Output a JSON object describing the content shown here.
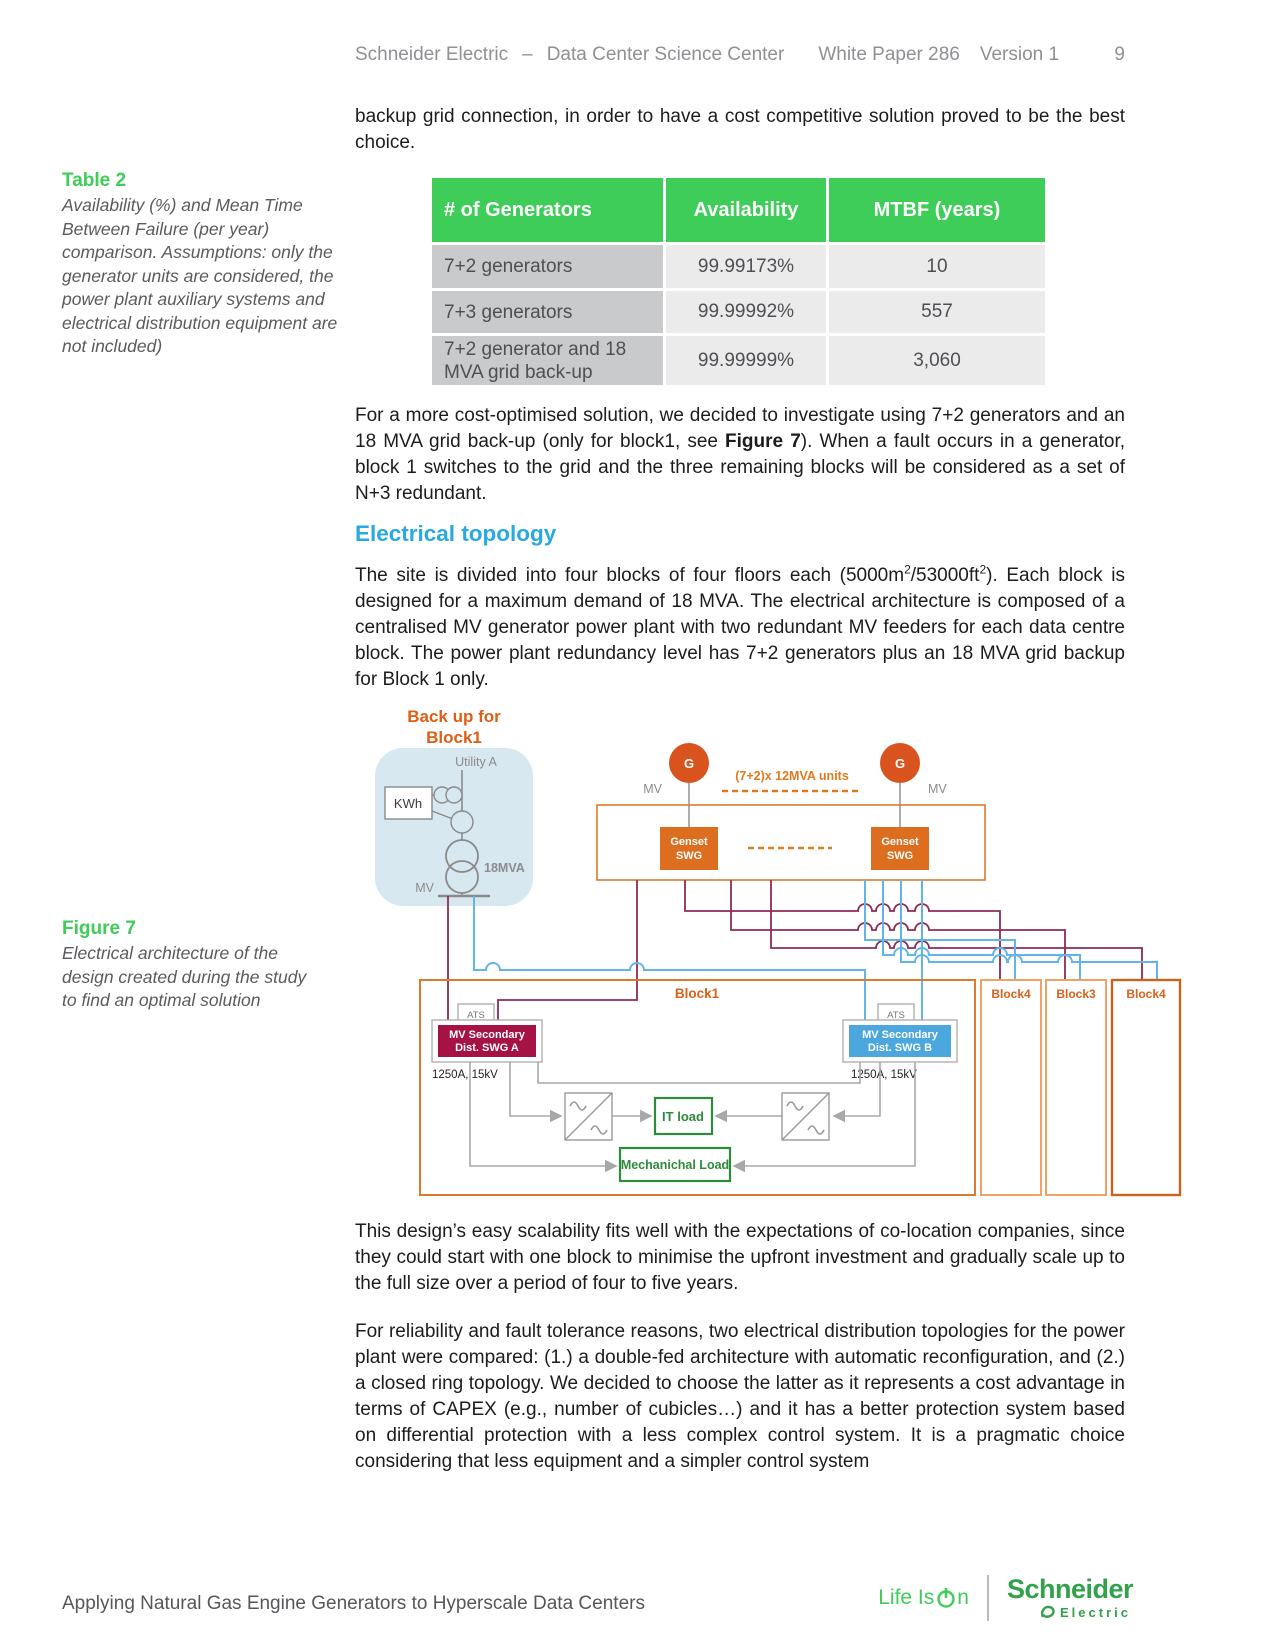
{
  "header": {
    "brand": "Schneider Electric",
    "dash": "–",
    "center": "Data Center Science Center",
    "paper": "White Paper 286",
    "version": "Version 1",
    "page_number": "9"
  },
  "intro_paragraph": "backup grid connection, in order to have a cost competitive solution proved to be the best choice.",
  "table2": {
    "caption_title": "Table 2",
    "caption": "Availability (%) and Mean Time Between Failure (per year) comparison. Assumptions: only the generator units are considered, the power plant auxiliary systems and electrical distribution equipment are not included)",
    "headers": [
      "# of Generators",
      "Availability",
      "MTBF (years)"
    ],
    "rows": [
      {
        "generators": "7+2 generators",
        "availability": "99.99173%",
        "mtbf": "10"
      },
      {
        "generators": "7+3 generators",
        "availability": "99.99992%",
        "mtbf": "557"
      },
      {
        "generators": "7+2 generator and 18 MVA grid back-up",
        "availability": "99.99999%",
        "mtbf": "3,060"
      }
    ]
  },
  "paragraph_cost": {
    "before": "For a more cost-optimised solution, we decided to investigate using 7+2 generators and an 18 MVA grid back-up (only for block1, see ",
    "bold": "Figure 7",
    "after": "). When a fault occurs in a generator, block 1 switches to the grid and the three remaining blocks will be considered as a set of N+3 redundant."
  },
  "section_heading": "Electrical topology",
  "paragraph_site": {
    "p0": "The site is divided into four blocks of four floors each (5000m",
    "sup0": "2",
    "p1": "/53000ft",
    "sup1": "2",
    "p2": "). Each block is designed for a maximum demand of 18 MVA. The electrical architecture is composed of a centralised MV generator power plant with two redundant MV feeders for each data centre block. The power plant redundancy level has 7+2 generators plus an 18 MVA grid backup for Block 1 only."
  },
  "figure7": {
    "caption_title": "Figure 7",
    "caption": "Electrical architecture of the design created during the study to find an optimal solution",
    "backup_title_1": "Back up for",
    "backup_title_2": "Block1",
    "utility_label": "Utility A",
    "kwh_label": "KWh",
    "transformer_label": "18MVA",
    "mv_backup": "MV",
    "gen_letter": "G",
    "mv_left": "MV",
    "mv_right": "MV",
    "units_note": "(7+2)x 12MVA units",
    "genset_line1": "Genset",
    "genset_line2": "SWG",
    "block1": "Block1",
    "block4a": "Block4",
    "block3": "Block3",
    "block4b": "Block4",
    "ats": "ATS",
    "swg_a_line1": "MV Secondary",
    "swg_a_line2": "Dist. SWG A",
    "swg_b_line1": "MV Secondary",
    "swg_b_line2": "Dist. SWG B",
    "rating_a": "1250A, 15kV",
    "rating_b": "1250A, 15kV",
    "it_load": "IT load",
    "mech_load": "Mechanichal Load"
  },
  "paragraph_scalability": "This design’s easy scalability fits well with the expectations of co-location companies, since they could start with one block to minimise the upfront investment and gradually scale up to the full size over a period of four to five years.",
  "paragraph_reliability": "For reliability and fault tolerance reasons, two electrical distribution topologies for the power plant were compared: (1.) a double-fed architecture with automatic reconfiguration, and (2.) a closed ring topology. We decided to choose the latter as it represents a cost advantage in terms of CAPEX (e.g., number of cubicles…) and it has a better protection system based on differential protection with a less complex control system. It is a pragmatic choice considering that less equipment and a simpler control system",
  "footer": {
    "doc_title": "Applying Natural Gas Engine Generators to Hyperscale Data Centers",
    "tagline_prefix": "Life Is ",
    "tagline_suffix": "n",
    "brand_top": "Schneider",
    "brand_bottom": "Electric"
  },
  "colors": {
    "schneider_green": "#3dcd58",
    "heading_blue": "#29a9e1",
    "figure_orange": "#d9611a",
    "wire_maroon": "#8d2b57",
    "wire_blue": "#62b5e5",
    "swg_a_fill": "#a61244",
    "swg_b_fill": "#4ba7dd",
    "load_green": "#2e8b3c"
  }
}
